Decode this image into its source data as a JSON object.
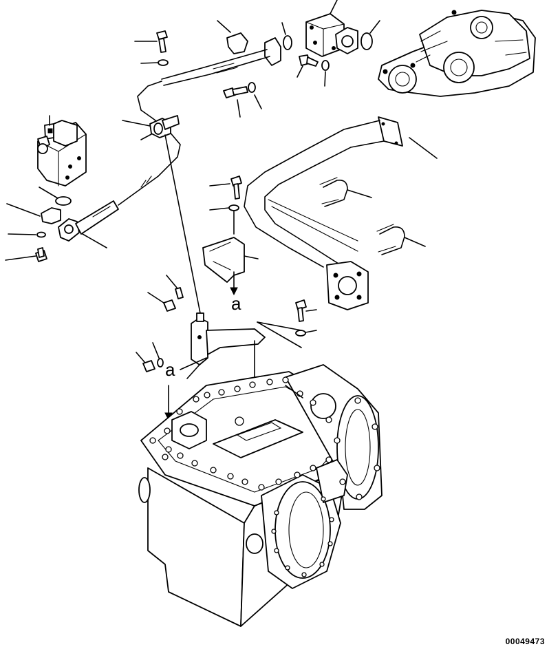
{
  "diagram": {
    "reference_letters": [
      "a",
      "a"
    ],
    "document_number": "00049473"
  }
}
